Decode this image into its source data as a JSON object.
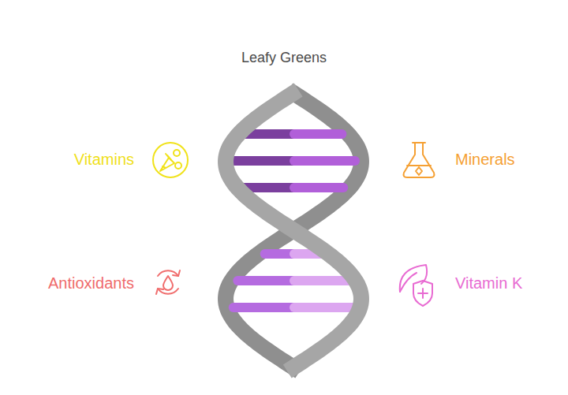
{
  "diagram": {
    "title": "Leafy Greens",
    "labels": [
      "Vitamins",
      "Minerals",
      "Antioxidants",
      "Vitamin K"
    ]
  }
}
